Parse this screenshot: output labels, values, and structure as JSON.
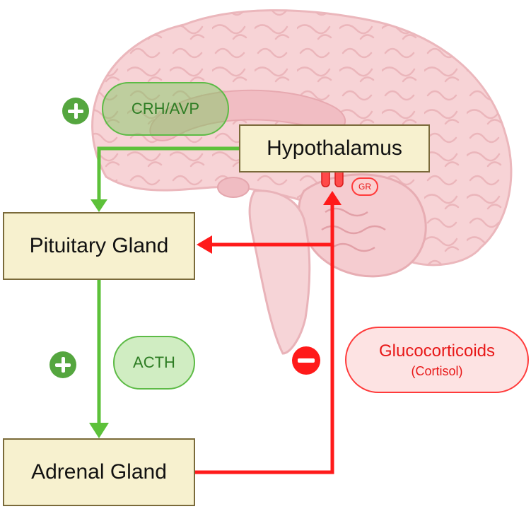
{
  "nodes": {
    "hypothalamus": "Hypothalamus",
    "pituitary": "Pituitary Gland",
    "adrenal": "Adrenal Gland"
  },
  "hormones": {
    "crh_avp": "CRH/AVP",
    "acth": "ACTH",
    "glucocorticoids": "Glucocorticoids",
    "cortisol": "(Cortisol)",
    "receptor": "GR"
  },
  "colors": {
    "stimulation": "#55a63f",
    "inhibition": "#ff1a1a",
    "brain": "#f6cfd2",
    "box_fill": "#f7f1cf"
  },
  "icons": [
    "brain-illustration",
    "plus-icon",
    "minus-icon",
    "receptor-icon"
  ]
}
